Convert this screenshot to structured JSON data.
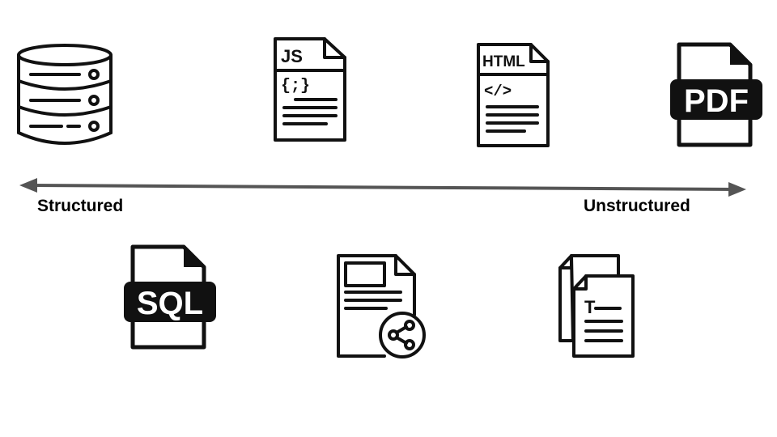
{
  "axis": {
    "left_label": "Structured",
    "right_label": "Unstructured",
    "color": "#555555"
  },
  "icons": {
    "js": {
      "badge": "JS",
      "code": "{;}"
    },
    "html": {
      "badge": "HTML",
      "code": "</>"
    },
    "pdf": {
      "badge": "PDF"
    },
    "sql": {
      "badge": "SQL"
    },
    "text_doc": {
      "glyph": "T"
    }
  },
  "colors": {
    "ink": "#111111",
    "background": "#ffffff"
  }
}
